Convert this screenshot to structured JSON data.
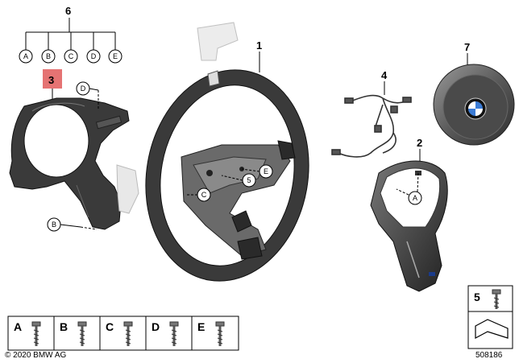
{
  "labels": {
    "part1": "1",
    "part2": "2",
    "part3": "3",
    "part4": "4",
    "part5": "5",
    "part6": "6",
    "part7": "7"
  },
  "callouts": {
    "A": "A",
    "B": "B",
    "C": "C",
    "D": "D",
    "E": "E",
    "five": "5"
  },
  "legend": {
    "A": "A",
    "B": "B",
    "C": "C",
    "D": "D",
    "E": "E",
    "five": "5"
  },
  "footer": {
    "copyright": "© 2020 BMW AG",
    "diagram_number": "508186"
  },
  "colors": {
    "highlight": "#e57373",
    "wheel": "#333333",
    "trim": "#4a4a4a"
  }
}
